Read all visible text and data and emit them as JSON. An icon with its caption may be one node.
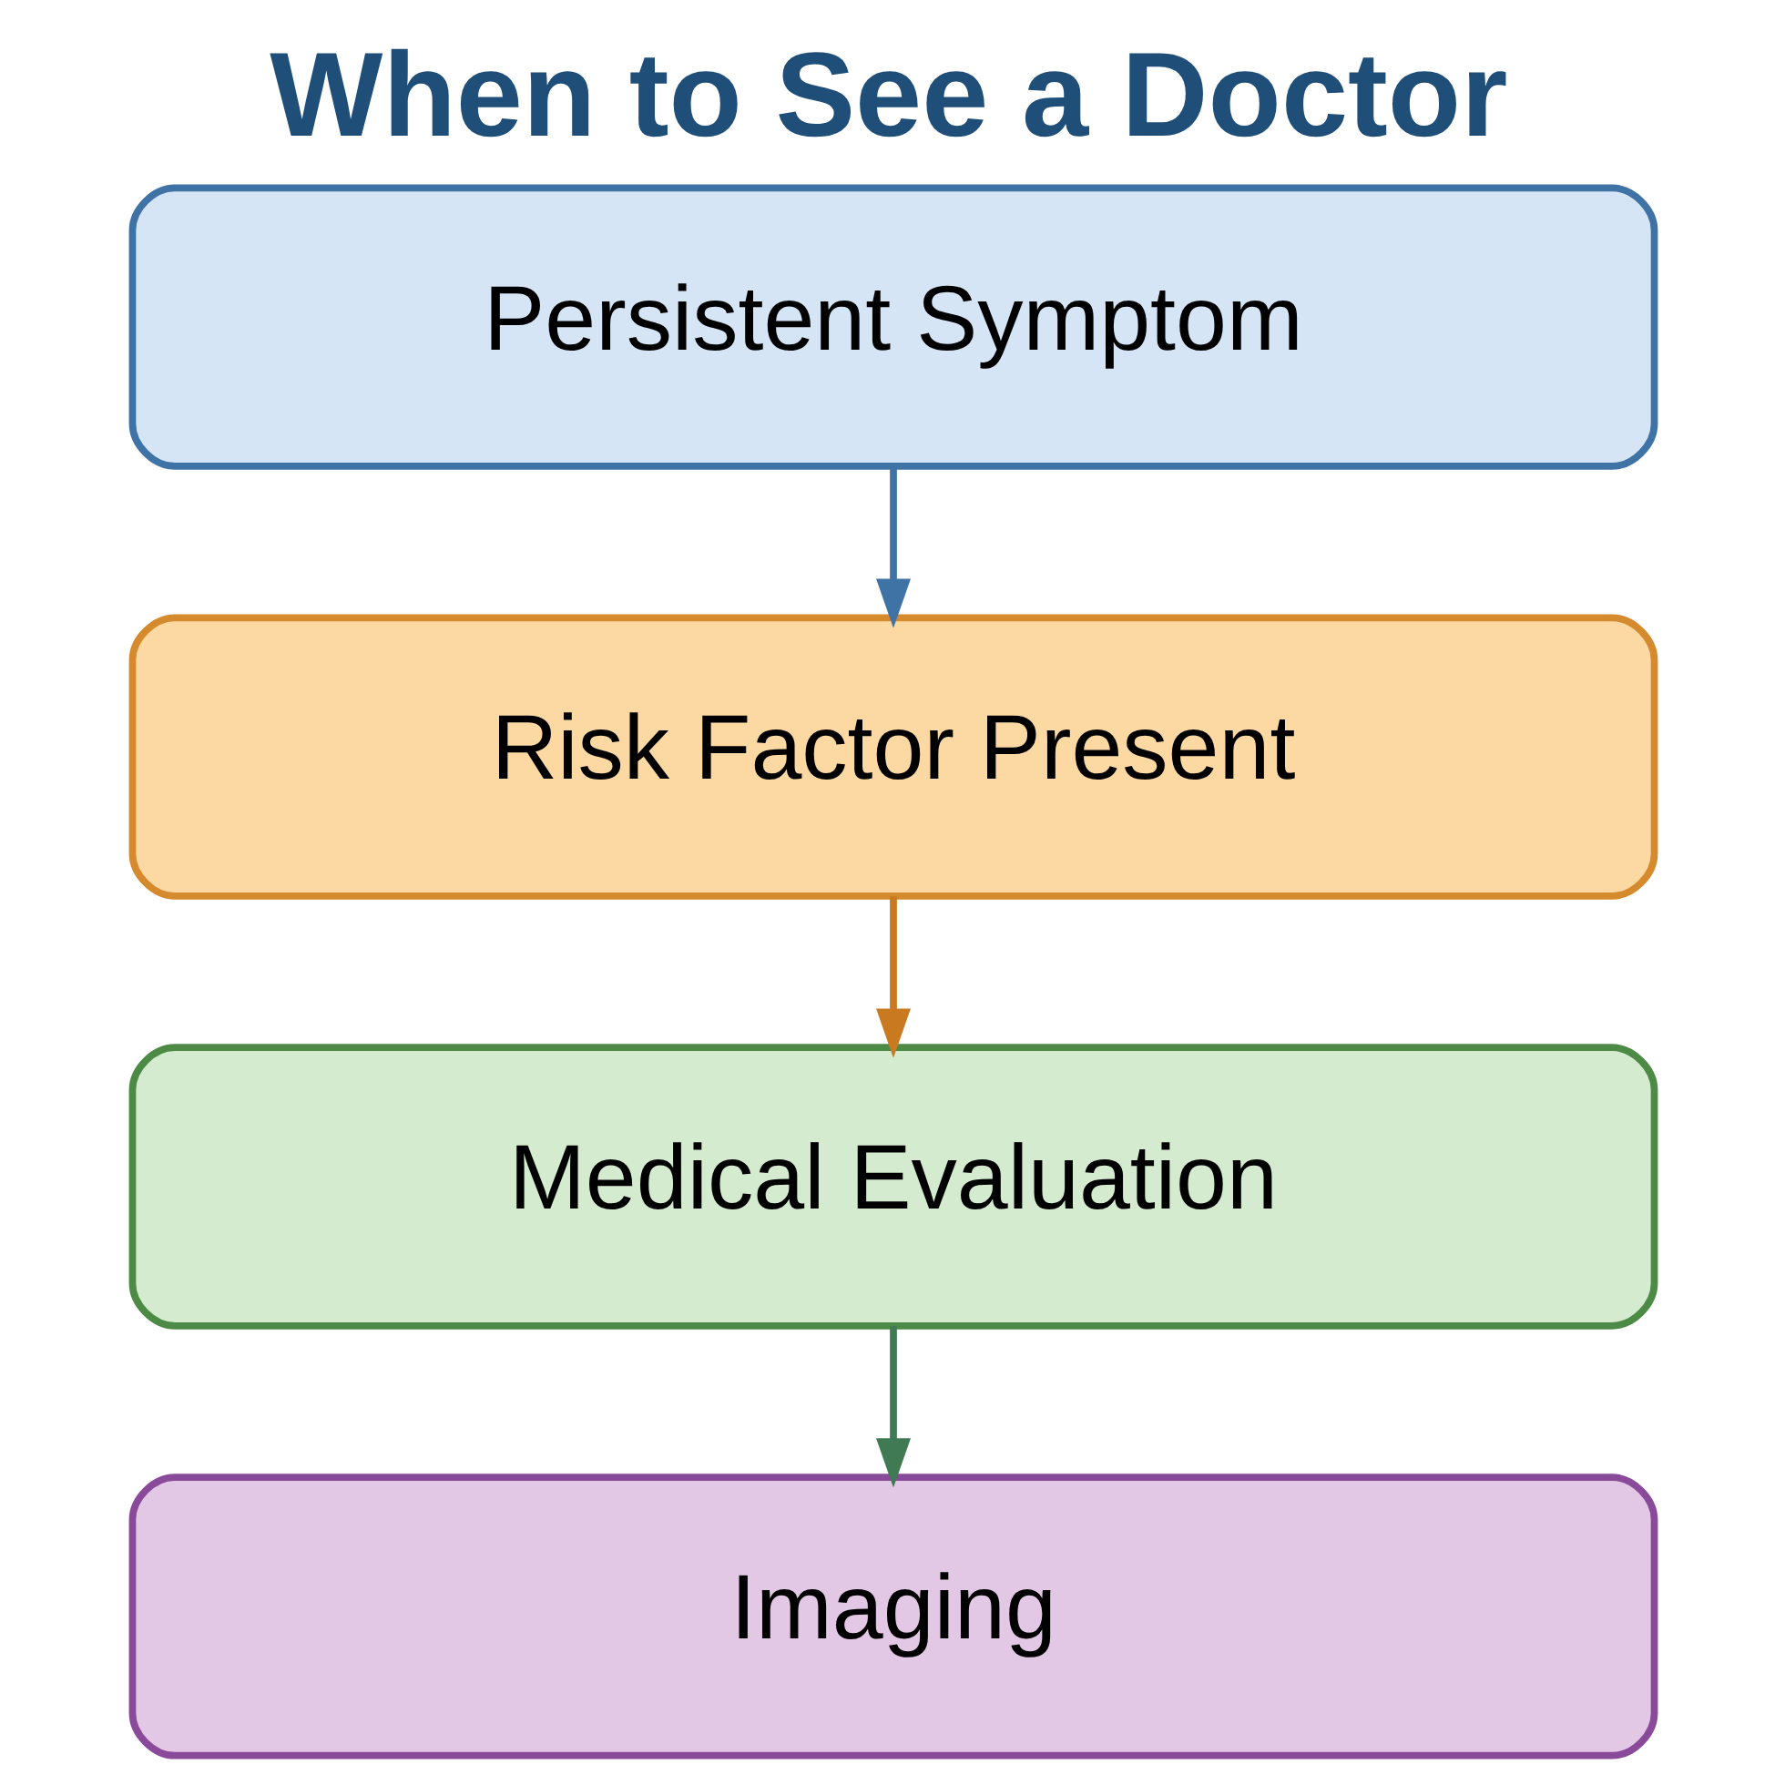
{
  "diagram": {
    "title": "When to See a Doctor",
    "nodes": [
      {
        "text": [
          "Persistent Symptom"
        ]
      },
      {
        "text": [
          "Risk Factor Present"
        ]
      },
      {
        "text": [
          "Medical Evaluation"
        ]
      },
      {
        "text": [
          "Imaging"
        ]
      }
    ],
    "edges": [
      {
        "from": 0,
        "to": 1,
        "arrow": "to",
        "color": "#3f73a6"
      },
      {
        "from": 1,
        "to": 2,
        "arrow": "to",
        "color": "#c97a20"
      },
      {
        "from": 2,
        "to": 3,
        "arrow": "to",
        "color": "#3f7a55"
      }
    ]
  }
}
